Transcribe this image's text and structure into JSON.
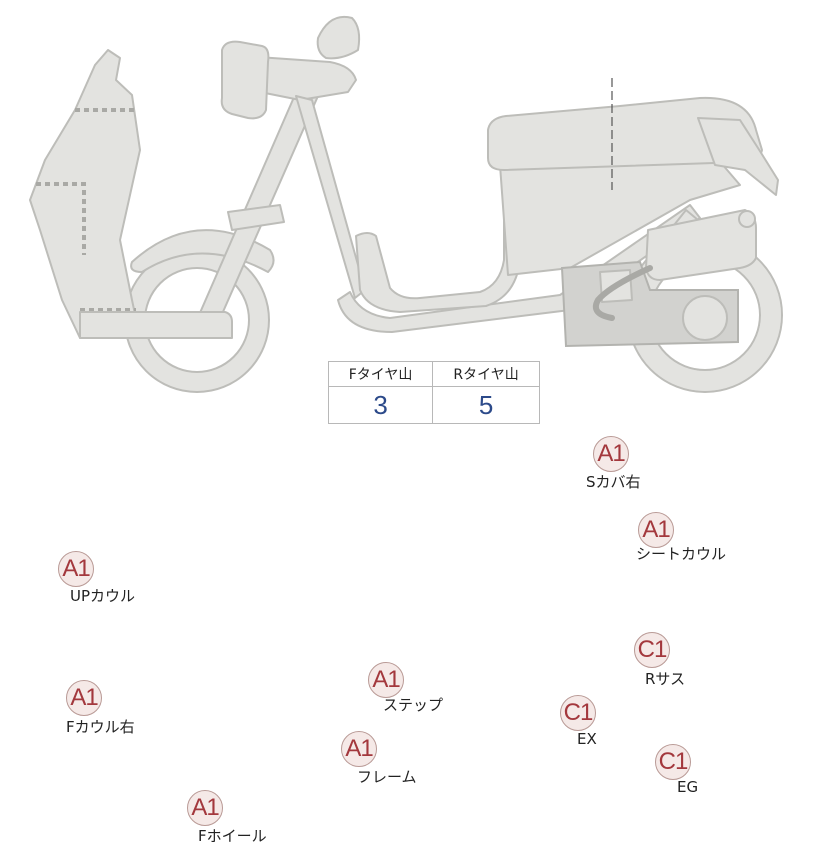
{
  "diagram": {
    "parts": [
      {
        "id": "s-cover-right",
        "grade": "A1",
        "label": "Sカバ右"
      },
      {
        "id": "seat-cowl",
        "grade": "A1",
        "label": "シートカウル"
      },
      {
        "id": "up-cowl",
        "grade": "A1",
        "label": "UPカウル"
      },
      {
        "id": "rear-suspension",
        "grade": "C1",
        "label": "Rサス"
      },
      {
        "id": "step",
        "grade": "A1",
        "label": "ステップ"
      },
      {
        "id": "f-cowl-right",
        "grade": "A1",
        "label": "Fカウル右"
      },
      {
        "id": "exhaust",
        "grade": "C1",
        "label": "EX"
      },
      {
        "id": "frame",
        "grade": "A1",
        "label": "フレーム"
      },
      {
        "id": "engine",
        "grade": "C1",
        "label": "EG"
      },
      {
        "id": "front-wheel",
        "grade": "A1",
        "label": "Fホイール"
      }
    ],
    "tread_table": {
      "headers": [
        "Fタイヤ山",
        "Rタイヤ山"
      ],
      "values": [
        "3",
        "5"
      ]
    }
  }
}
